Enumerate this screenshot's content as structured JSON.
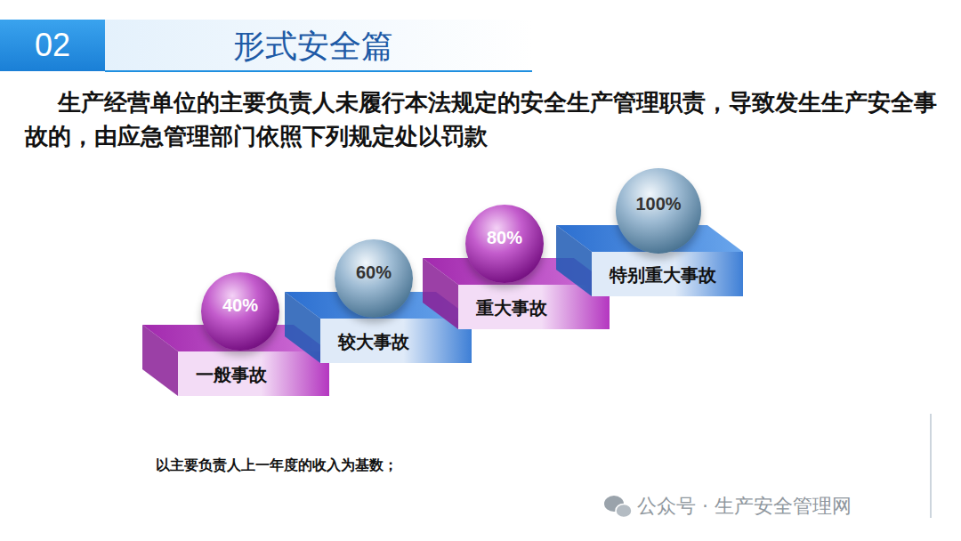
{
  "diagram": {
    "title": "形式安全篇",
    "nodes": [
      {
        "text": [
          "02"
        ]
      },
      {
        "text": [
          "一般事故"
        ]
      },
      {
        "text": [
          "40%"
        ]
      },
      {
        "text": [
          "较大事故"
        ]
      },
      {
        "text": [
          "60%"
        ]
      },
      {
        "text": [
          "重大事故"
        ]
      },
      {
        "text": [
          "80%"
        ]
      },
      {
        "text": [
          "特别重大事故"
        ]
      },
      {
        "text": [
          "100%"
        ]
      }
    ],
    "labels": [
      "生产经营单位的主要负责人未履行本法规定的安全生产管理职责，导致发生生产安全事故的，由应急管理部门依照下列规定处以罚款",
      "以主要负责人上一年度的收入为基数；",
      "公众号 · 生产安全管理网"
    ]
  }
}
